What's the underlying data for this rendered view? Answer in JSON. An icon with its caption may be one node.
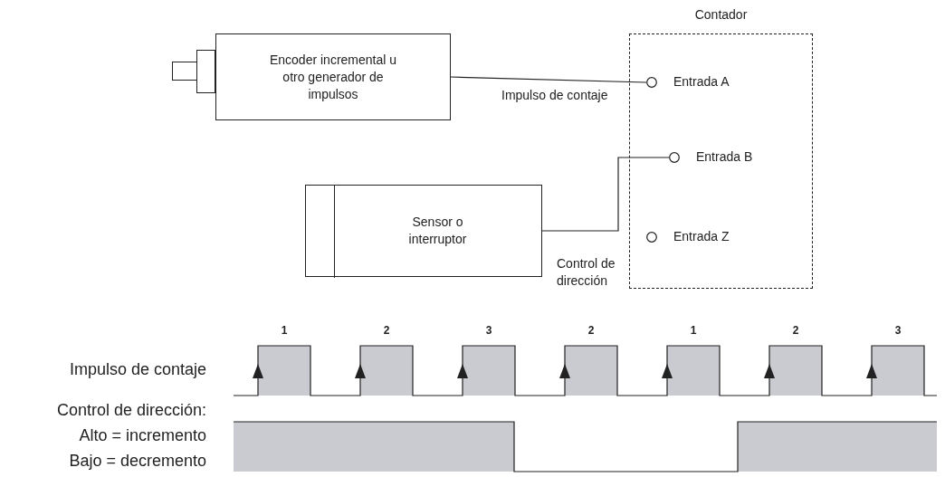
{
  "diagram": {
    "nodes": [
      {
        "text": [
          "Encoder incremental u otro generador de impulsos"
        ]
      },
      {
        "text": [
          "Contador"
        ]
      },
      {
        "text": [
          "Entrada A"
        ],
        "in": 1
      },
      {
        "text": [
          "Entrada B"
        ],
        "in": 1
      },
      {
        "text": [
          "Entrada Z"
        ],
        "in": 1
      },
      {
        "text": [
          "Sensor o interruptor"
        ]
      }
    ],
    "edges": [
      {
        "from": 0,
        "to": 2,
        "arrow": "none",
        "label": "Impulso de contaje"
      },
      {
        "from": 5,
        "to": 3,
        "arrow": "none",
        "label": "Control de dirección"
      }
    ],
    "labels": [
      "1",
      "2",
      "3",
      "2",
      "1",
      "2",
      "3",
      "Impulso de contaje",
      "Control de dirección:",
      "Alto = incremento",
      "Bajo = decremento"
    ]
  }
}
